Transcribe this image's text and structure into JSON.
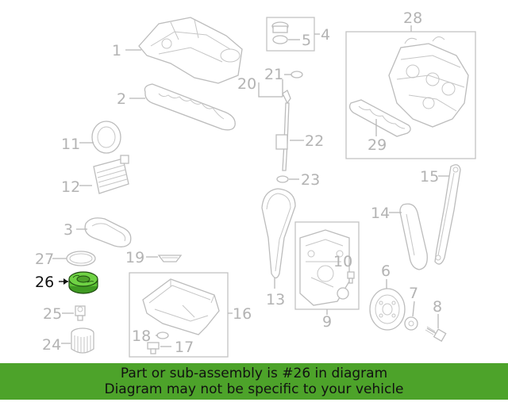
{
  "diagram": {
    "highlight_color": "#5cc234",
    "highlighted_part": "26",
    "parts": [
      "1",
      "2",
      "3",
      "4",
      "5",
      "6",
      "7",
      "8",
      "9",
      "10",
      "11",
      "12",
      "13",
      "14",
      "15",
      "16",
      "17",
      "18",
      "19",
      "20",
      "21",
      "22",
      "23",
      "24",
      "25",
      "26",
      "27",
      "28",
      "29"
    ]
  },
  "banner": {
    "line1": "Part or sub-assembly is #26 in diagram",
    "line2": "Diagram may not be specific to your vehicle",
    "background": "#4da32a"
  }
}
